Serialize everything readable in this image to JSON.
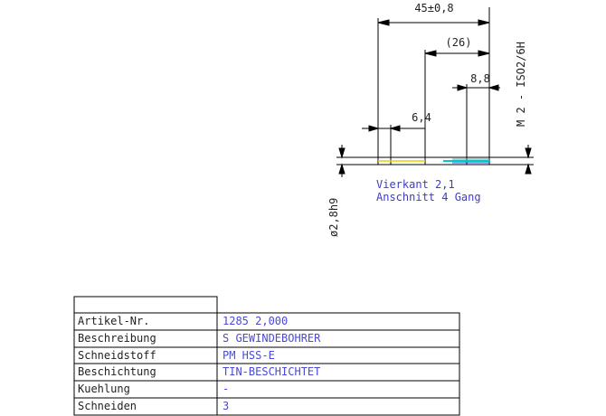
{
  "drawing": {
    "dimensions": {
      "total_length": "45±0,8",
      "thread_section": "(26)",
      "shank_end": "8,8",
      "flute": "6,4",
      "shank_diameter": "ø2,8h9",
      "thread_spec": "M 2 - ISO2/6H"
    },
    "notes": {
      "square": "Vierkant 2,1",
      "chamfer": "Anschnitt 4 Gang"
    },
    "colors": {
      "line": "#000000",
      "note": "#3c3cc8",
      "value": "#4a4ad6",
      "accent_cyan": "#00c8c8",
      "accent_yellow": "#e6d200"
    }
  },
  "table": {
    "rows": [
      {
        "label": "Artikel-Nr.",
        "value": "1285 2,000"
      },
      {
        "label": "Beschreibung",
        "value": "S GEWINDEBOHRER"
      },
      {
        "label": "Schneidstoff",
        "value": "PM HSS-E"
      },
      {
        "label": "Beschichtung",
        "value": "TIN-BESCHICHTET"
      },
      {
        "label": "Kuehlung",
        "value": "-"
      },
      {
        "label": "Schneiden",
        "value": "3"
      }
    ]
  }
}
